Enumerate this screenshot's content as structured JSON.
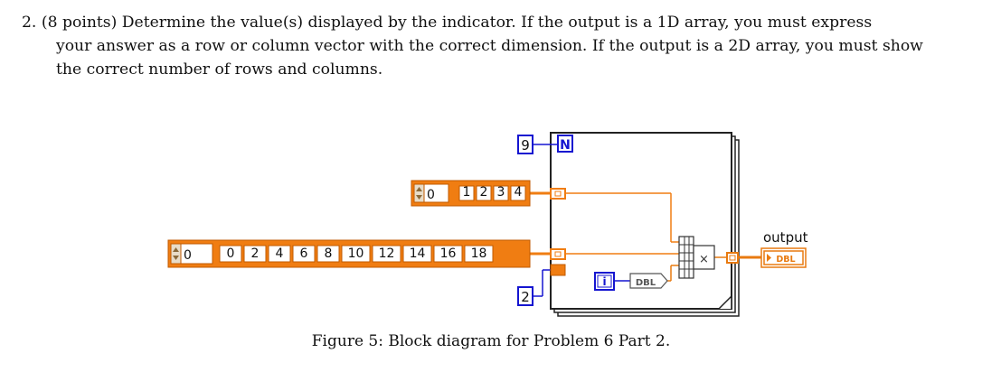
{
  "problem": {
    "lines": [
      "2. (8 points) Determine the value(s) displayed by the indicator. If the output is a 1D array, you must express",
      "your answer as a row or column vector with the correct dimension. If the output is a 2D array, you must show",
      "the correct number of rows and columns."
    ]
  },
  "diagram": {
    "loop_count_const": "9",
    "loop_count_terminal": "N",
    "array1_index": "0",
    "array1_values": [
      "1",
      "2",
      "3",
      "4"
    ],
    "array2_index": "0",
    "array2_values": [
      "0",
      "2",
      "4",
      "6",
      "8",
      "10",
      "12",
      "14",
      "16",
      "18"
    ],
    "shift_const": "2",
    "iteration_terminal": "i",
    "conversion_label": "DBL",
    "multiply_symbol": "×",
    "indicator_label": "output",
    "indicator_type": "DBL",
    "colors": {
      "array_orange": "#f07d12",
      "int_blue": "#1515d0",
      "dbl_orange": "#e87a10",
      "loop_border": "#222222"
    }
  },
  "caption": "Figure 5: Block diagram for Problem 6 Part 2."
}
